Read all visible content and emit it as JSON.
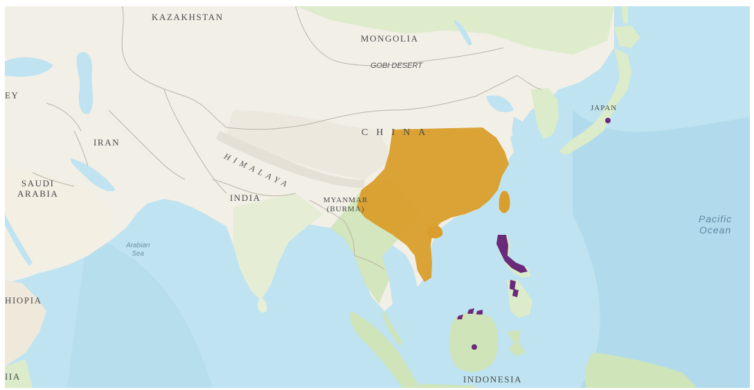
{
  "map": {
    "colors": {
      "ocean": "#bfe3f0",
      "land": "#f2efe7",
      "vegetation": "#dcebc9",
      "border": "#b9b3a8",
      "range_native": "#d99e2b",
      "range_islands": "#6a2a7a"
    },
    "labels": {
      "kazakhstan": "KAZAKHSTAN",
      "mongolia": "MONGOLIA",
      "gobi_desert": "GOBI DESERT",
      "turkey_partial": "EY",
      "china": "CHINA",
      "japan": "JAPAN",
      "iran": "IRAN",
      "himalaya": "HIMALAYA",
      "saudi_arabia_line1": "SAUDI",
      "saudi_arabia_line2": "ARABIA",
      "india": "INDIA",
      "myanmar_line1": "MYANMAR",
      "myanmar_line2": "(BURMA)",
      "arabian_sea_line1": "Arabian",
      "arabian_sea_line2": "Sea",
      "pacific_ocean_line1": "Pacific",
      "pacific_ocean_line2": "Ocean",
      "ethiopia_partial": "HIOPIA",
      "indonesia": "INDONESIA",
      "bottom_left_partial": "IIA"
    },
    "range_layers": [
      {
        "name": "mainland-range",
        "color": "#d99e2b"
      },
      {
        "name": "island-range",
        "color": "#6a2a7a"
      }
    ]
  }
}
